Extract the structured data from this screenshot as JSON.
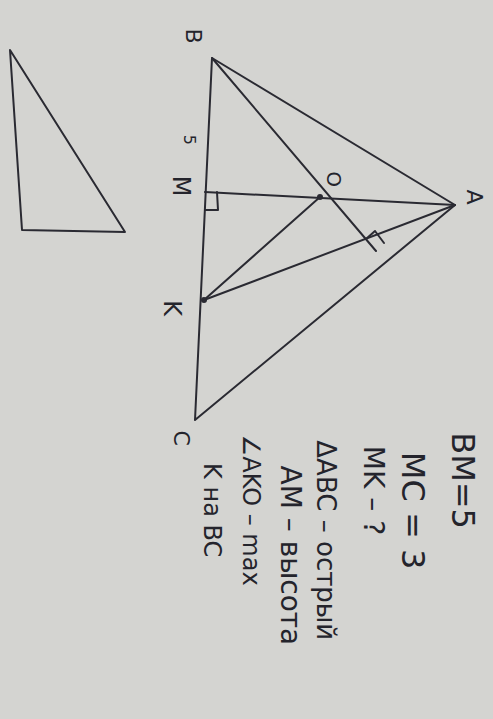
{
  "diagram": {
    "labels": [
      "B",
      "5",
      "M",
      "O",
      "A",
      "K",
      "C",
      "BM=5",
      "MC = 3",
      "MK – ?",
      "ΔABC – острый",
      "AM – высота",
      "∠AKO – max",
      "K на BC"
    ]
  }
}
